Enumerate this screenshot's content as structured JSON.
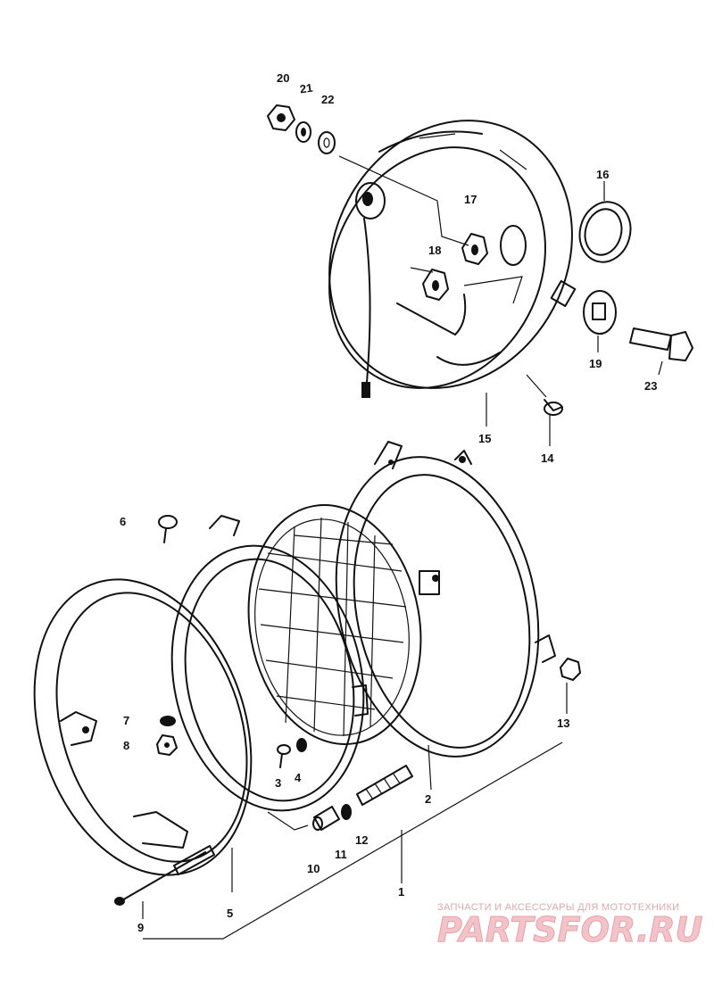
{
  "watermark": {
    "subtitle": "ЗАПЧАСТИ И АКСЕССУАРЫ ДЛЯ МОТОТЕХНИКИ",
    "brand": "PARTSFOR.RU"
  },
  "labels": [
    {
      "id": "p20",
      "text": "20"
    },
    {
      "id": "p21",
      "text": "21"
    },
    {
      "id": "p22",
      "text": "22"
    },
    {
      "id": "p16",
      "text": "16"
    },
    {
      "id": "p17",
      "text": "17"
    },
    {
      "id": "p18",
      "text": "18"
    },
    {
      "id": "p19",
      "text": "19"
    },
    {
      "id": "p23",
      "text": "23"
    },
    {
      "id": "p15",
      "text": "15"
    },
    {
      "id": "p14",
      "text": "14"
    },
    {
      "id": "p6",
      "text": "6"
    },
    {
      "id": "p7",
      "text": "7"
    },
    {
      "id": "p8",
      "text": "8"
    },
    {
      "id": "p3",
      "text": "3"
    },
    {
      "id": "p4",
      "text": "4"
    },
    {
      "id": "p13",
      "text": "13"
    },
    {
      "id": "p2",
      "text": "2"
    },
    {
      "id": "p12",
      "text": "12"
    },
    {
      "id": "p11",
      "text": "11"
    },
    {
      "id": "p10",
      "text": "10"
    },
    {
      "id": "p1",
      "text": "1"
    },
    {
      "id": "p9",
      "text": "9"
    },
    {
      "id": "p5",
      "text": "5"
    }
  ]
}
